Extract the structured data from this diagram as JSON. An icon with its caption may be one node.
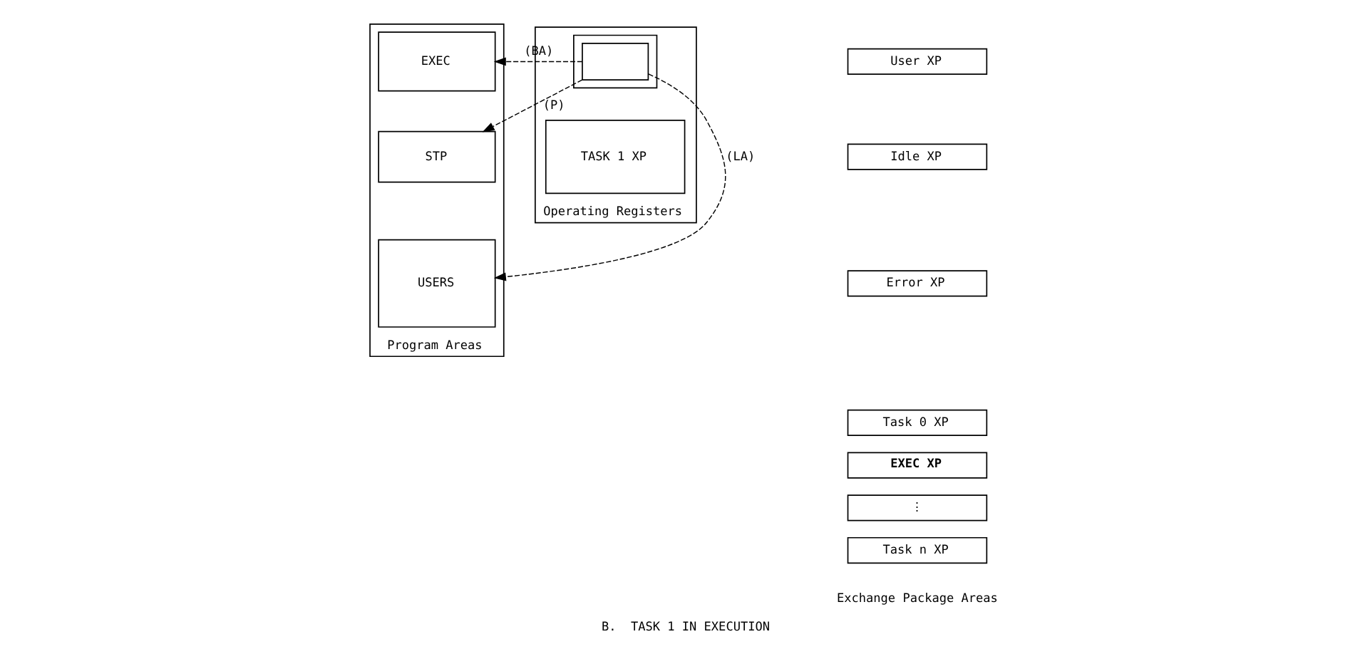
{
  "diagram": {
    "caption": "B.  TASK 1 IN EXECUTION",
    "nodes": [
      {
        "text": [
          "Program Areas"
        ]
      },
      {
        "text": [
          "EXEC"
        ],
        "in": 0
      },
      {
        "text": [
          "STP"
        ],
        "in": 0
      },
      {
        "text": [
          "USERS"
        ],
        "in": 0
      },
      {
        "text": [
          "Operating Registers"
        ]
      },
      {
        "text": [],
        "shape": "box",
        "in": 4
      },
      {
        "text": [],
        "shape": "box",
        "in": 5
      },
      {
        "text": [
          "TASK 1 XP"
        ],
        "in": 4
      },
      {
        "text": [
          "User XP"
        ]
      },
      {
        "text": [
          "Idle XP"
        ]
      },
      {
        "text": [
          "Error XP"
        ]
      },
      {
        "text": [
          "Task 0 XP"
        ]
      },
      {
        "text": [
          "EXEC XP"
        ]
      },
      {
        "text": [
          "⋮"
        ]
      },
      {
        "text": [
          "Task n XP"
        ]
      }
    ],
    "edges": [
      {
        "from": 6,
        "to": 1,
        "arrow": "to",
        "label": "(BA)",
        "style": "dashed"
      },
      {
        "from": 6,
        "to": 2,
        "arrow": "to",
        "label": "(P)",
        "style": "dashed"
      },
      {
        "from": 6,
        "to": 3,
        "arrow": "to",
        "label": "(LA)",
        "style": "dashed"
      }
    ],
    "labels": [
      "Exchange Package Areas"
    ]
  }
}
